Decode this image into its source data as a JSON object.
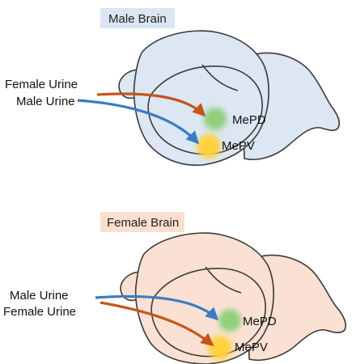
{
  "colors": {
    "male_brain_fill": "#dce7f3",
    "female_brain_fill": "#fbe1d3",
    "male_title_bg": "#dbe6f2",
    "female_title_bg": "#fbdfcf",
    "outline": "#3a3a3a",
    "orange_arrow": "#c4541c",
    "blue_arrow": "#3a7cc3",
    "mepd_blob": "#8fd07a",
    "mepv_blob": "#ffd23c"
  },
  "male_panel": {
    "title": "Male Brain",
    "inputs": [
      {
        "label": "Female Urine",
        "arrow_color": "orange",
        "target": "MePD"
      },
      {
        "label": "Male Urine",
        "arrow_color": "blue",
        "target": "MePV"
      }
    ],
    "regions": {
      "mepd": "MePD",
      "mepv": "MePV"
    }
  },
  "female_panel": {
    "title": "Female Brain",
    "inputs": [
      {
        "label": "Male Urine",
        "arrow_color": "blue",
        "target": "MePD"
      },
      {
        "label": "Female Urine",
        "arrow_color": "orange",
        "target": "MePV"
      }
    ],
    "regions": {
      "mepd": "MePD",
      "mepv": "MePV"
    }
  }
}
